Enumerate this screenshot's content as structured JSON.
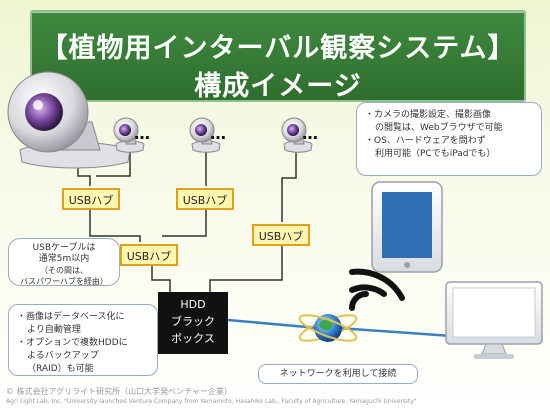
{
  "title": {
    "line1": "【植物用インターバル観察システム】",
    "line2": "構成イメージ"
  },
  "hubs": {
    "label": "USBハブ"
  },
  "camera_more": "…",
  "hdd_box": {
    "line1": "HDD",
    "line2": "ブラック",
    "line3": "ボックス"
  },
  "callouts": {
    "cable": {
      "line1": "USBケーブルは",
      "line2": "通常5m以内",
      "line3": "（その間は、",
      "line4": "バスパワーハブを経由）"
    },
    "info": {
      "line1": "・カメラの撮影設定、撮影画像",
      "line2": "の閲覧は、Webブラウザで可能",
      "line3": "・OS、ハードウェアを問わず",
      "line4": "利用可能（PCでもiPadでも）"
    },
    "db": {
      "line1": "・画像はデータベース化に",
      "line2": "より自動管理",
      "line3": "・オプションで複数HDDに",
      "line4": "よるバックアップ",
      "line5": "（RAID）も可能"
    },
    "network": "ネットワークを利用して接続"
  },
  "credit": {
    "line1": "© 株式会社アグリライト研究所（山口大学発ベンチャー企業）",
    "line2": "Agri Light Lab. Inc. \"University-launched Venture Company from Yamamoto, Hasahiko Lab., Faculty of Agriculture, Yamaguchi University\""
  },
  "colors": {
    "title_bg": "#367c36",
    "hub_fill": "#fff7b0",
    "hub_border": "#e1a018",
    "cable": "#333333",
    "network_cable": "#3b7fc0",
    "hdd_box": "#111111"
  }
}
